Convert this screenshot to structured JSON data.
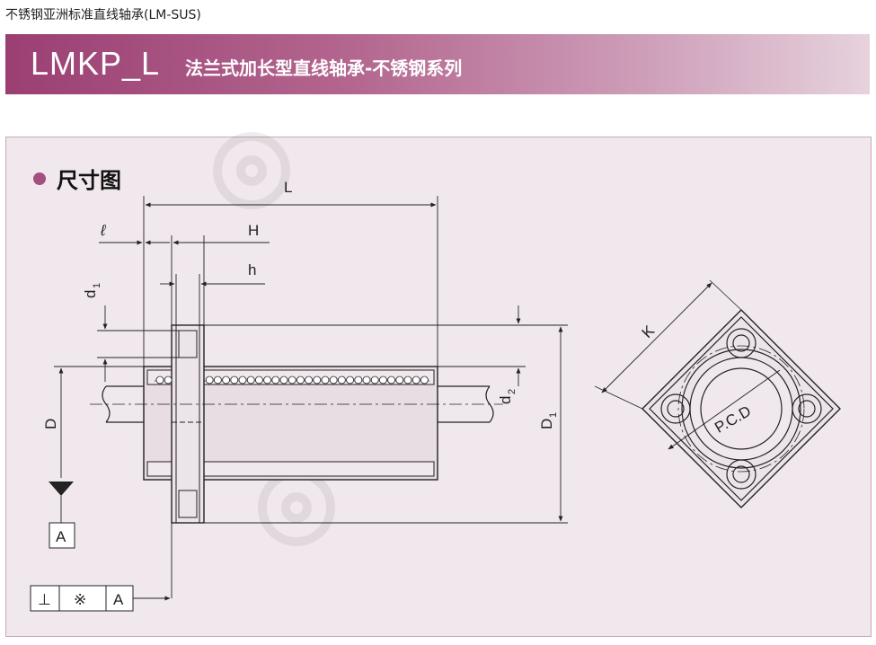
{
  "page": {
    "caption": "不锈钢亚洲标准直线轴承(LM-SUS)"
  },
  "banner": {
    "model": "LMKP_L",
    "title": "法兰式加长型直线轴承-不锈钢系列"
  },
  "section": {
    "title": "尺寸图"
  },
  "labels": {
    "L": "L",
    "ell": "ℓ",
    "H": "H",
    "h": "h",
    "d1": "d",
    "d1_sub": "1",
    "D": "D",
    "d2": "d",
    "d2_sub": "2",
    "D1": "D",
    "D1_sub": "1",
    "A_datum": "A",
    "K": "K",
    "pcd": "P.C.D"
  },
  "tolerance_frame": {
    "symbol": "⊥",
    "modifier": "※",
    "datum": "A"
  },
  "colors": {
    "banner_start": "#9b3f73",
    "panel_bg": "#f1e8ed",
    "bullet": "#a4507f",
    "line": "#222222"
  }
}
